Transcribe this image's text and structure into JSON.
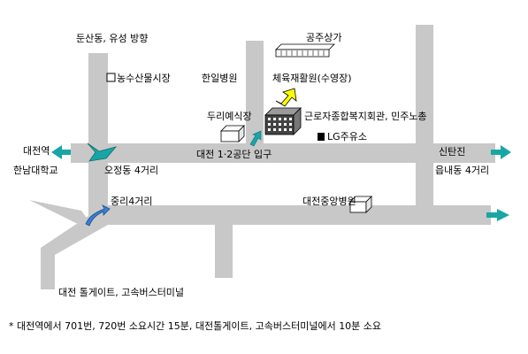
{
  "colors": {
    "road": "#c8c8c8",
    "arrow_teal": "#1aa5a5",
    "arrow_blue": "#3a7fd0",
    "highlight_yellow": "#ffff00",
    "building_dark": "#444444"
  },
  "labels": {
    "dunsan_yuseong": "둔산동, 유성 방향",
    "gongjusangga": "공주상가",
    "nongsusan_market": "농수산물시장",
    "hanil_hospital": "한일병원",
    "sports_center": "체육재활원(수영장)",
    "duri_wedding": "두리예식장",
    "welfare_hall": "근로자종합복지회관, 민주노총",
    "lg_gas": "LG주유소",
    "daejeon_station": "대전역",
    "hannam_univ": "한남대학교",
    "ojeong_intersection": "오정동 4거리",
    "industrial_entrance": "대전 1·2공단 입구",
    "sintanjin": "신탄진",
    "eumnae_intersection": "읍내동 4거리",
    "jungni_intersection": "중리4거리",
    "daejeon_central_hospital": "대전중앙병원",
    "tollgate_terminal": "대전 톨게이트, 고속버스터미널"
  },
  "icons": {
    "market_marker": "square-outline-icon",
    "gas_station_marker": "square-filled-icon"
  },
  "footnote": "* 대전역에서 701번, 720번  소요시간 15분, 대전톨게이트, 고속버스터미널에서 10분 소요"
}
